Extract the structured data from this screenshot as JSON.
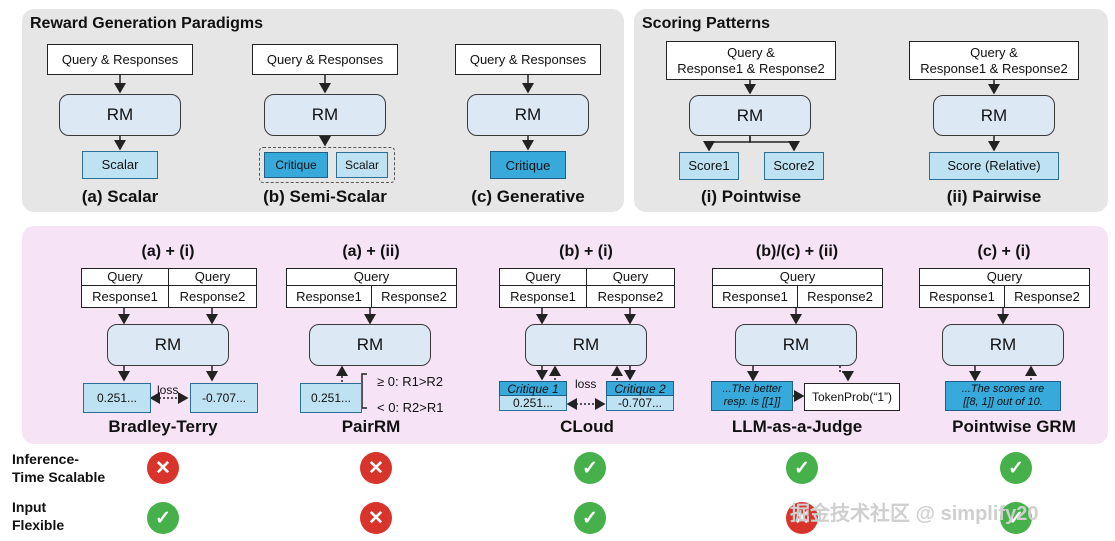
{
  "panels": {
    "paradigms_title": "Reward Generation Paradigms",
    "scoring_title": "Scoring Patterns"
  },
  "paradigms": {
    "input": "Query & Responses",
    "rm": "RM",
    "scalar_out": "Scalar",
    "critique_out": "Critique",
    "cap_a": "(a) Scalar",
    "cap_b": "(b) Semi-Scalar",
    "cap_c": "(c) Generative"
  },
  "scoring": {
    "input_line1": "Query &",
    "input_line2": "Response1 & Response2",
    "rm": "RM",
    "score1": "Score1",
    "score2": "Score2",
    "score_rel": "Score (Relative)",
    "cap_i": "(i) Pointwise",
    "cap_ii": "(ii) Pairwise"
  },
  "methods": {
    "query": "Query",
    "response1": "Response1",
    "response2": "Response2",
    "rm": "RM",
    "loss": "loss",
    "bt": {
      "header": "(a) + (i)",
      "out1": "0.251...",
      "out2": "-0.707...",
      "name": "Bradley-Terry"
    },
    "pairrm": {
      "header": "(a) + (ii)",
      "out": "0.251...",
      "rule1": "≥ 0: R1>R2",
      "rule2": "< 0: R2>R1",
      "name": "PairRM"
    },
    "cloud": {
      "header": "(b) + (i)",
      "crit1": "Critique 1",
      "crit2": "Critique 2",
      "val1": "0.251...",
      "val2": "-0.707...",
      "name": "CLoud"
    },
    "judge": {
      "header": "(b)/(c) + (ii)",
      "out_line1": "...The better",
      "out_line2": "resp. is [[1]]",
      "prob": "TokenProb(“1”)",
      "name": "LLM-as-a-Judge"
    },
    "grm": {
      "header": "(c) + (i)",
      "out_line1": "...The scores are",
      "out_line2": "[[8, 1]] out of 10.",
      "name": "Pointwise GRM"
    }
  },
  "criteria": {
    "row1_line1": "Inference-",
    "row1_line2": "Time Scalable",
    "row2_line1": "Input",
    "row2_line2": "Flexible",
    "row1": [
      "no",
      "no",
      "yes",
      "yes",
      "yes"
    ],
    "row2": [
      "yes",
      "no",
      "yes",
      "no",
      "yes"
    ]
  },
  "icons": {
    "yes": "check-icon",
    "no": "cross-icon"
  },
  "colors": {
    "light_blue": "#bfe2f3",
    "dark_blue": "#37a9da",
    "rm_fill": "#dde8f5",
    "yes": "#46b04a",
    "no": "#d9342b",
    "top_panel": "#e6e6e6",
    "bottom_panel": "#f6e4f6"
  },
  "watermark": "掘金技术社区 @ simplify20"
}
